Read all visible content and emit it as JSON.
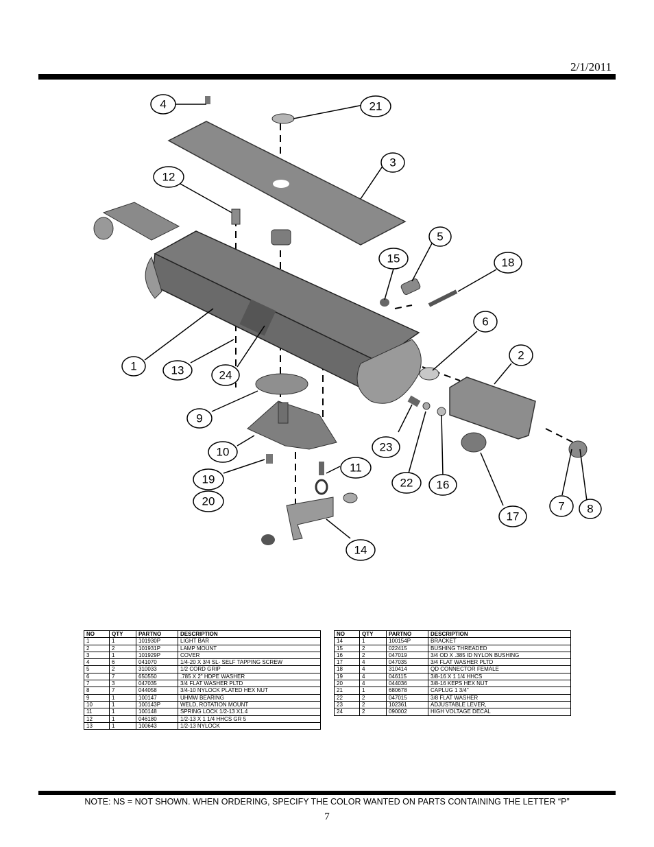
{
  "header": {
    "date": "2/1/2011"
  },
  "diagram": {
    "callouts": [
      "1",
      "2",
      "3",
      "4",
      "5",
      "6",
      "7",
      "8",
      "9",
      "10",
      "11",
      "12",
      "13",
      "14",
      "15",
      "16",
      "17",
      "18",
      "19",
      "20",
      "21",
      "22",
      "23",
      "24"
    ]
  },
  "tables": {
    "headers": [
      "NO",
      "QTY",
      "PARTNO",
      "DESCRIPTION"
    ],
    "left": [
      [
        "1",
        "1",
        "101930P",
        "LIGHT BAR"
      ],
      [
        "2",
        "2",
        "101931P",
        "LAMP MOUNT"
      ],
      [
        "3",
        "1",
        "101929P",
        "COVER"
      ],
      [
        "4",
        "6",
        "041070",
        "1/4-20 X 3/4 SL- SELF TAPPING SCREW"
      ],
      [
        "5",
        "2",
        "310033",
        "1/2 CORD GRIP"
      ],
      [
        "6",
        "7",
        "650550",
        ".785 X 2\" HDPE WASHER"
      ],
      [
        "7",
        "3",
        "047035",
        "3/4 FLAT WASHER PLTD"
      ],
      [
        "8",
        "7",
        "044058",
        "3/4-10 NYLOCK PLATED HEX NUT"
      ],
      [
        "9",
        "1",
        "100147",
        "UHMW BEARING"
      ],
      [
        "10",
        "1",
        "100143P",
        "WELD, ROTATION MOUNT"
      ],
      [
        "11",
        "1",
        "100148",
        "SPRING LOCK 1/2-13 X1.4"
      ],
      [
        "12",
        "1",
        "046180",
        "1/2-13 X 1 1/4 HHCS  GR 5"
      ],
      [
        "13",
        "1",
        "100643",
        "1/2-13 NYLOCK"
      ]
    ],
    "right": [
      [
        "14",
        "1",
        "100154P",
        "BRACKET"
      ],
      [
        "15",
        "2",
        "022415",
        "BUSHING THREADED"
      ],
      [
        "16",
        "2",
        "047019",
        "3/4 OD X .385 ID NYLON BUSHING"
      ],
      [
        "17",
        "4",
        "047035",
        "3/4 FLAT WASHER PLTD"
      ],
      [
        "18",
        "4",
        "310414",
        "QD CONNECTOR FEMALE"
      ],
      [
        "19",
        "4",
        "046115",
        "3/8-16 X 1 1/4 HHCS"
      ],
      [
        "20",
        "4",
        "044036",
        "3/8-16 KEPS HEX NUT"
      ],
      [
        "21",
        "1",
        "680678",
        "CAPLUG  1 3/4\""
      ],
      [
        "22",
        "2",
        "047015",
        "3/8 FLAT WASHER"
      ],
      [
        "23",
        "2",
        "102361",
        "ADJUSTABLE LEVER,"
      ],
      [
        "24",
        "2",
        "090002",
        "HIGH VOLTAGE DECAL"
      ]
    ]
  },
  "footer": {
    "note": "NOTE: NS = NOT SHOWN.  WHEN ORDERING, SPECIFY THE COLOR WANTED ON PARTS CONTAINING THE LETTER “P”",
    "page_number": "7"
  }
}
